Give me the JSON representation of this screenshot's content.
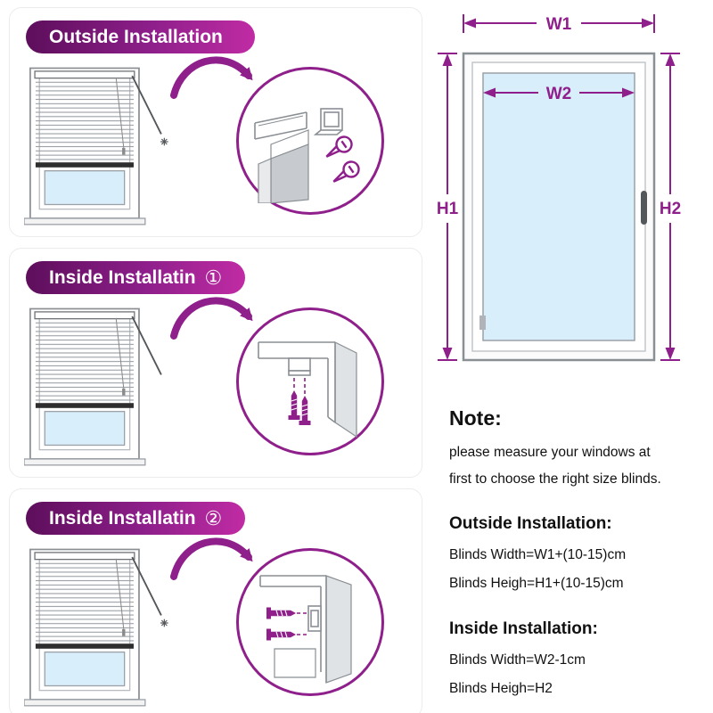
{
  "colors": {
    "accent": "#8e1f8b",
    "banner_gradient_start": "#5d0e5b",
    "banner_gradient_end": "#c02ba4",
    "glass_blue": "#d9eefb",
    "dimension_line": "#8e1f8b"
  },
  "panels": [
    {
      "title": "Outside Installation",
      "badge": ""
    },
    {
      "title": "Inside Installatin",
      "badge": "①"
    },
    {
      "title": "Inside Installatin",
      "badge": "②"
    }
  ],
  "measure": {
    "w1": "W1",
    "w2": "W2",
    "h1": "H1",
    "h2": "H2"
  },
  "note": {
    "heading": "Note:",
    "line1": "please measure your windows at",
    "line2": "first to choose the right size blinds.",
    "outside": {
      "heading": "Outside Installation:",
      "width": "Blinds Width=W1+(10-15)cm",
      "height": "Blinds Heigh=H1+(10-15)cm"
    },
    "inside": {
      "heading": "Inside Installation:",
      "width": "Blinds Width=W2-1cm",
      "height": "Blinds Heigh=H2"
    }
  }
}
